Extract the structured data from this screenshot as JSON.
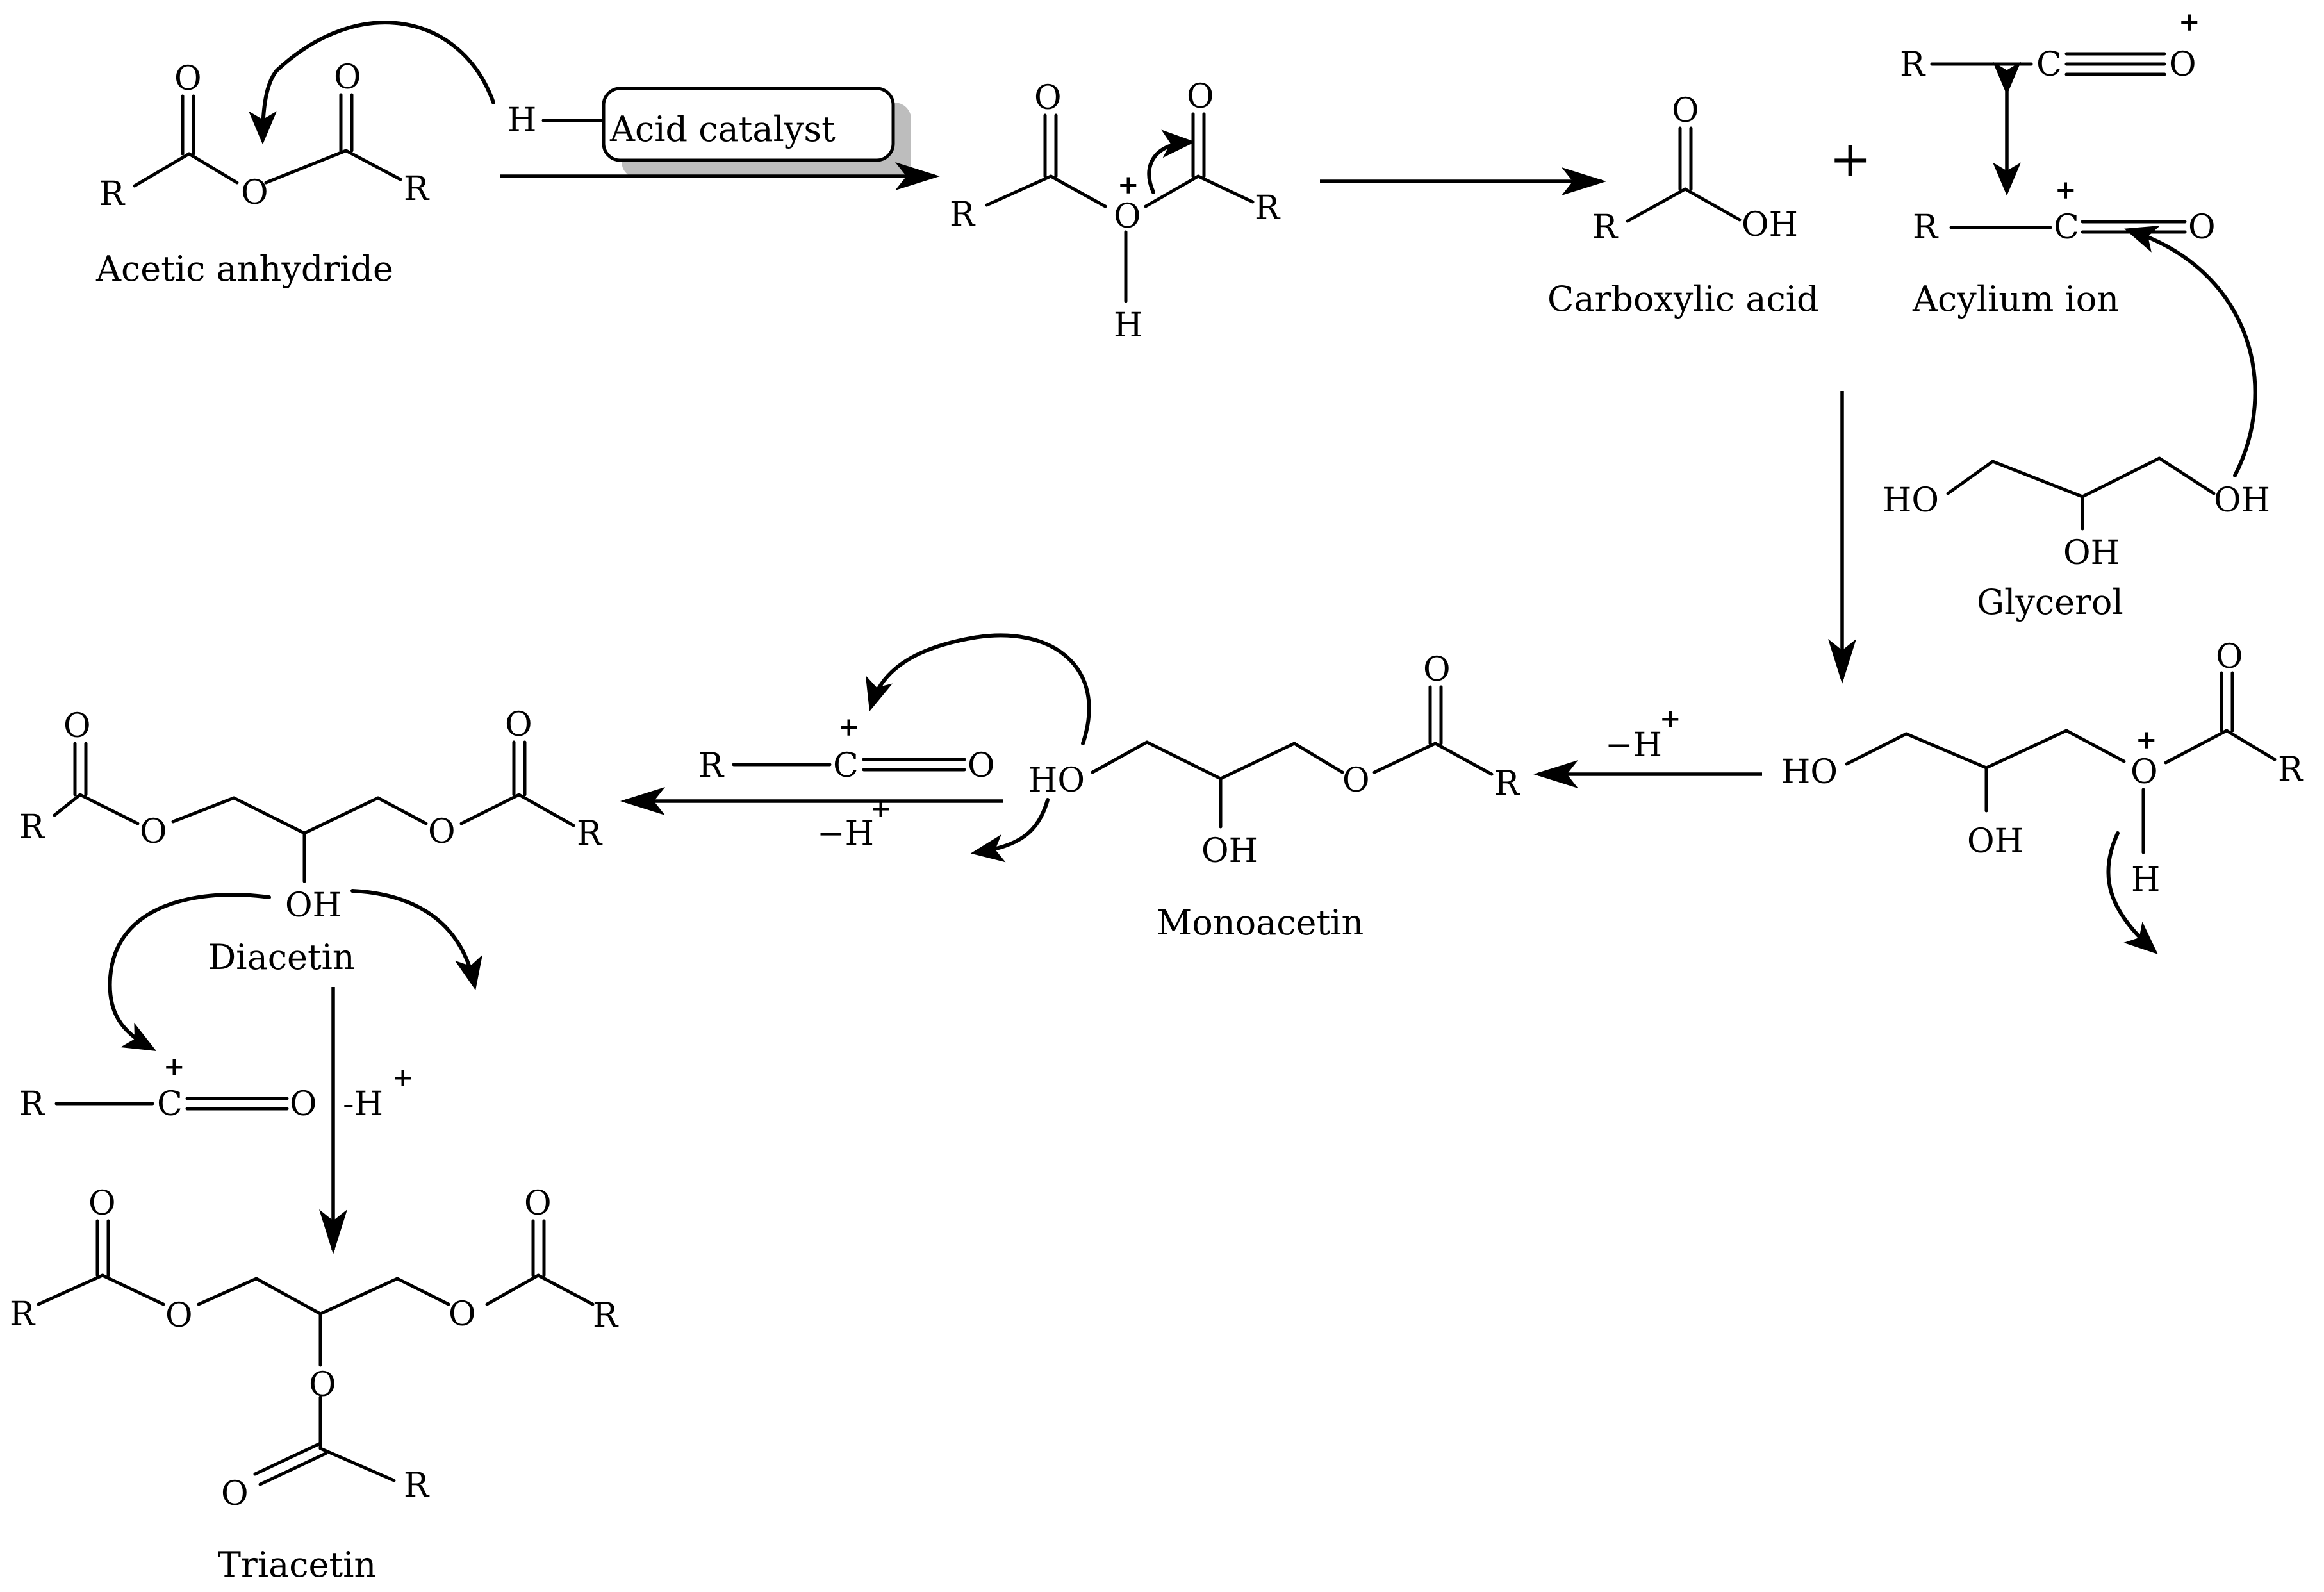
{
  "atoms": {
    "R": "R",
    "O": "O",
    "H": "H",
    "C": "C",
    "OH": "OH",
    "HO": "HO",
    "plus": "+",
    "minus_h": "−H",
    "minus_h_alt": "-H"
  },
  "labels": {
    "acetic_anhydride": "Acetic anhydride",
    "acid_catalyst": "Acid catalyst",
    "carboxylic_acid": "Carboxylic acid",
    "acylium_ion": "Acylium ion",
    "glycerol": "Glycerol",
    "monoacetin": "Monoacetin",
    "diacetin": "Diacetin",
    "triacetin": "Triacetin"
  },
  "colors": {
    "ink": "#000000",
    "catalyst_shadow": "#bdbdbd",
    "background": "#ffffff"
  }
}
